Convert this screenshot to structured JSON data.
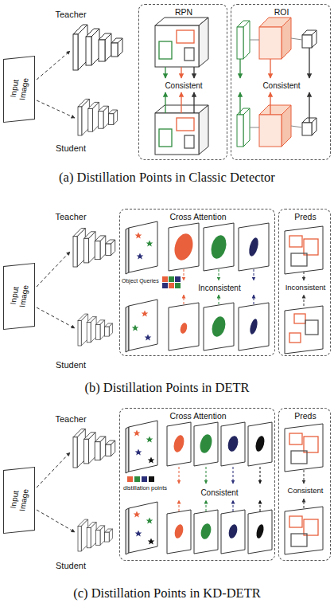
{
  "diagram": {
    "nodes": [
      {
        "text": [
          "Input Image"
        ]
      },
      {
        "text": [
          "RPN",
          "Consistent"
        ]
      },
      {
        "text": [
          "ROI",
          "Consistent"
        ]
      },
      {
        "text": [
          "Input Image"
        ]
      },
      {
        "text": [
          "Cross Attention",
          "Object Queries",
          "Inconsistent"
        ]
      },
      {
        "text": [
          "Preds",
          "Inconsistent"
        ]
      },
      {
        "text": [
          "Input Image"
        ]
      },
      {
        "text": [
          "Cross Attention",
          "distillation points",
          "Consistent"
        ]
      },
      {
        "text": [
          "Preds",
          "Consistent"
        ]
      }
    ],
    "labels": [
      "Teacher",
      "Student",
      "(a) Distillation Points in Classic Detector",
      "Teacher",
      "Student",
      "(b) Distillation Points in DETR",
      "Teacher",
      "Student",
      "(c) Distillation Points in KD-DETR"
    ]
  }
}
